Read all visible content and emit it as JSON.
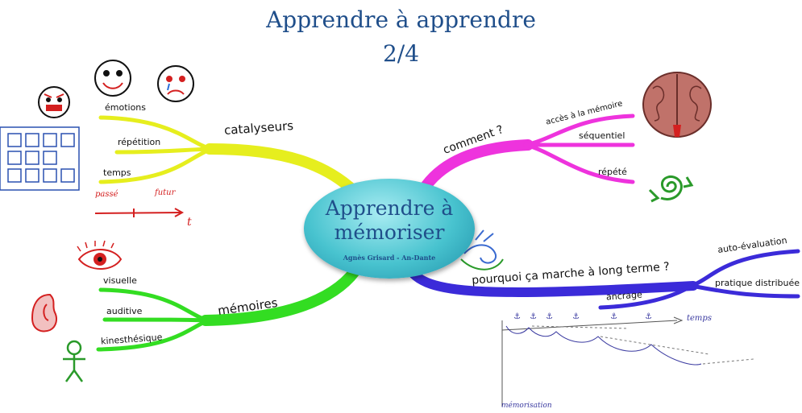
{
  "title_line1": "Apprendre à apprendre",
  "title_line2": "2/4",
  "center": {
    "title_line1": "Apprendre à",
    "title_line2": "mémoriser",
    "author": "Agnès Grisard - An-Dante"
  },
  "branches": {
    "catalyseurs": {
      "label": "catalyseurs",
      "color": "#e6ee1e",
      "leaves": [
        "émotions",
        "répétition",
        "temps"
      ]
    },
    "memoires": {
      "label": "mémoires",
      "color": "#33dd22",
      "leaves": [
        "visuelle",
        "auditive",
        "kinesthésique"
      ]
    },
    "comment": {
      "label": "comment ?",
      "color": "#ee33dd",
      "leaves": [
        "accès à la mémoire",
        "séquentiel",
        "répété"
      ]
    },
    "pourquoi": {
      "label": "pourquoi ça marche à long terme ?",
      "color": "#3b2bd9",
      "leaves": [
        "auto-évaluation",
        "pratique distribuée",
        "ancrage"
      ]
    }
  },
  "timeline": {
    "passe": "passé",
    "futur": "futur",
    "t": "t"
  },
  "memory_graph": {
    "temps": "temps",
    "memorisation": "mémorisation"
  },
  "icons": {
    "angry_face": "angry-face-icon",
    "happy_face": "happy-face-icon",
    "sad_face": "sad-face-icon",
    "calendar": "calendar-icon",
    "brain": "brain-icon",
    "spiral": "spiral-icon",
    "eye": "eye-icon",
    "ear": "ear-icon",
    "stick_figure": "stick-figure-icon",
    "waves": "waves-icon"
  }
}
